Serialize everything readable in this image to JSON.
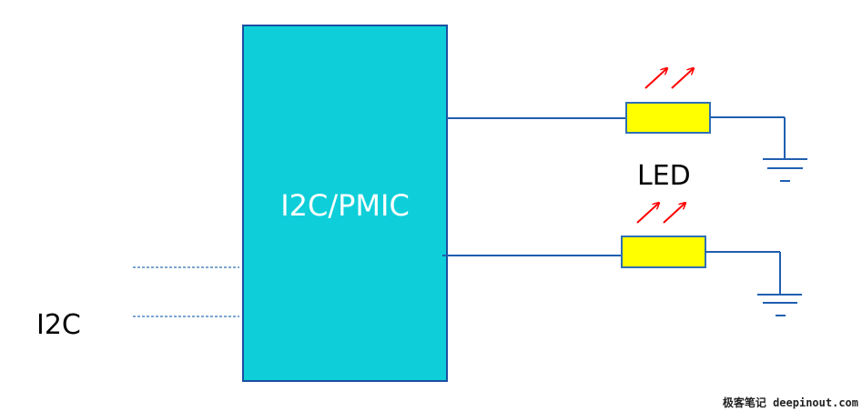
{
  "chip": {
    "label": "I2C/PMIC",
    "fill": "#0ecfd9",
    "stroke": "#1a4fa0"
  },
  "bus": {
    "label": "I2C",
    "line_color": "#2f6fb5"
  },
  "led": {
    "label": "LED",
    "fill": "#ffff00",
    "stroke": "#2f6fb5",
    "arrow_color": "#ff0000"
  },
  "wire_color": "#1f5fb0",
  "watermark": {
    "text": "极客笔记 deepinout.com"
  }
}
